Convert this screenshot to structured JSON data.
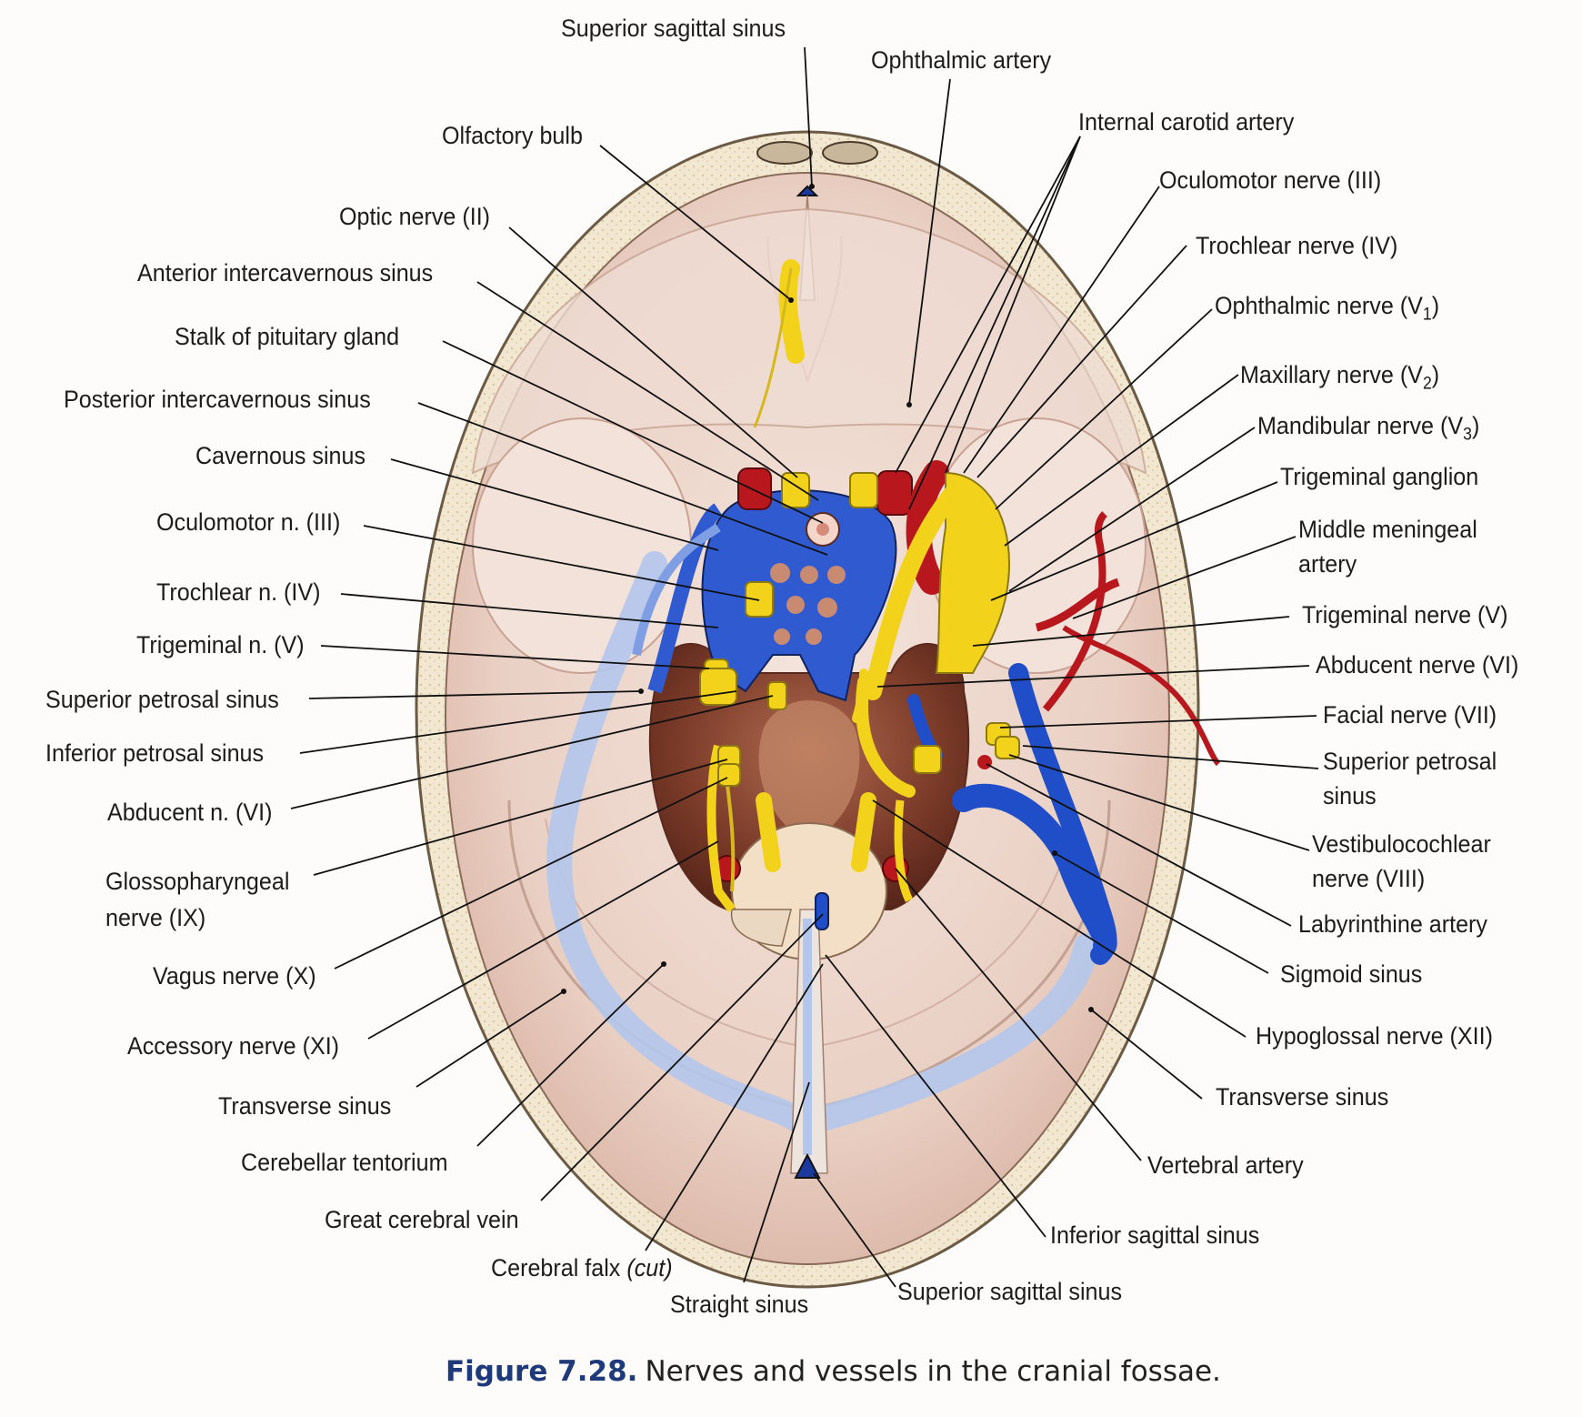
{
  "figure": {
    "number": "Figure 7.28.",
    "caption": "Nerves and vessels in the cranial fossae."
  },
  "labels_top": {
    "superior_sagittal_sinus": "Superior sagittal sinus",
    "ophthalmic_artery": "Ophthalmic artery",
    "internal_carotid_artery": "Internal carotid artery",
    "olfactory_bulb": "Olfactory bulb"
  },
  "labels_left": {
    "optic_nerve": "Optic nerve (II)",
    "anterior_intercavernous_sinus": "Anterior intercavernous sinus",
    "stalk_pituitary": "Stalk of pituitary gland",
    "posterior_intercavernous_sinus": "Posterior intercavernous sinus",
    "cavernous_sinus": "Cavernous sinus",
    "oculomotor_n": "Oculomotor n. (III)",
    "trochlear_n": "Trochlear n. (IV)",
    "trigeminal_n": "Trigeminal n. (V)",
    "superior_petrosal_sinus": "Superior petrosal sinus",
    "inferior_petrosal_sinus": "Inferior petrosal sinus",
    "abducent_n": "Abducent n. (VI)",
    "glossopharyngeal_line1": "Glossopharyngeal",
    "glossopharyngeal_line2": "nerve (IX)",
    "vagus_nerve": "Vagus nerve (X)",
    "accessory_nerve": "Accessory nerve (XI)",
    "transverse_sinus": "Transverse sinus",
    "cerebellar_tentorium": "Cerebellar tentorium",
    "great_cerebral_vein": "Great cerebral vein",
    "cerebral_falx": "Cerebral falx",
    "cerebral_falx_note": "(cut)",
    "straight_sinus": "Straight sinus"
  },
  "labels_right": {
    "oculomotor_nerve": "Oculomotor nerve (III)",
    "trochlear_nerve": "Trochlear nerve (IV)",
    "ophthalmic_nerve": "Ophthalmic nerve (V",
    "ophthalmic_nerve_sub": "1",
    "ophthalmic_nerve_close": ")",
    "maxillary_nerve": "Maxillary nerve (V",
    "maxillary_nerve_sub": "2",
    "maxillary_nerve_close": ")",
    "mandibular_nerve": "Mandibular nerve (V",
    "mandibular_nerve_sub": "3",
    "mandibular_nerve_close": ")",
    "trigeminal_ganglion": "Trigeminal ganglion",
    "middle_meningeal_line1": "Middle meningeal",
    "middle_meningeal_line2": "artery",
    "trigeminal_nerve": "Trigeminal nerve (V)",
    "abducent_nerve": "Abducent nerve (VI)",
    "facial_nerve": "Facial nerve (VII)",
    "superior_petrosal_line1": "Superior petrosal",
    "superior_petrosal_line2": "sinus",
    "vestibulocochlear_line1": "Vestibulocochlear",
    "vestibulocochlear_line2": "nerve (VIII)",
    "labyrinthine_artery": "Labyrinthine artery",
    "sigmoid_sinus": "Sigmoid sinus",
    "hypoglossal_nerve": "Hypoglossal nerve (XII)",
    "transverse_sinus": "Transverse sinus",
    "vertebral_artery": "Vertebral artery",
    "inferior_sagittal_sinus": "Inferior sagittal sinus",
    "superior_sagittal_sinus_bottom": "Superior sagittal sinus"
  },
  "colors": {
    "bone": "#f1e6cf",
    "dura": "#ecd5cc",
    "fossa": "#7a3d2a",
    "venous": "#2c55c8",
    "venous_light": "#b8c8ee",
    "nerve": "#f3d21b",
    "artery": "#b8181d",
    "caption_blue": "#1f3a7a"
  }
}
